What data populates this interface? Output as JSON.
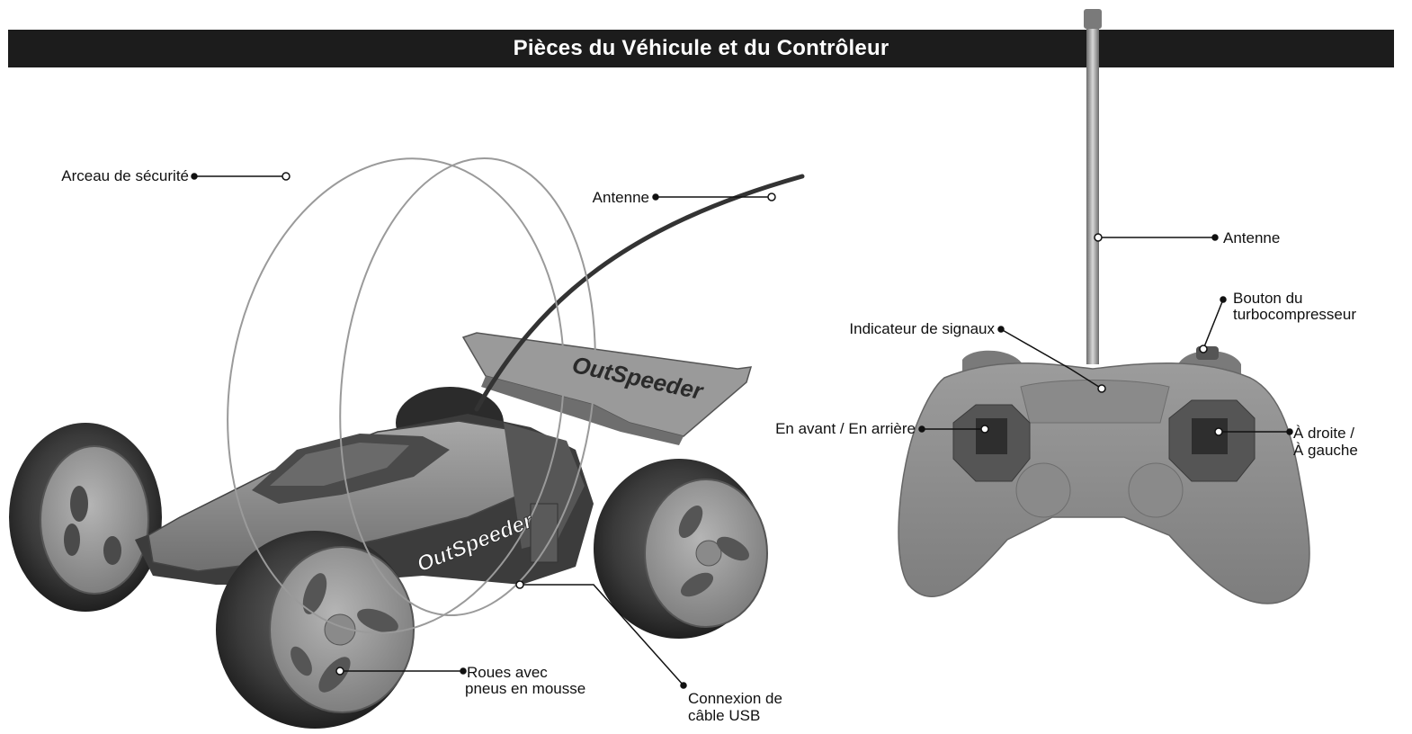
{
  "title": "Pièces du Véhicule et du Contrôleur",
  "labels": {
    "roll_cage": "Arceau de sécurité",
    "car_antenna": "Antenne",
    "wheels_line1": "Roues avec",
    "wheels_line2": "pneus en mousse",
    "usb_line1": "Connexion de",
    "usb_line2": "câble USB",
    "controller_antenna": "Antenne",
    "signal_indicator": "Indicateur de signaux",
    "turbo_line1": "Bouton du",
    "turbo_line2": "turbocompresseur",
    "forward_backward": "En avant / En arrière",
    "right_line1": "À droite /",
    "right_line2": "À gauche"
  },
  "logos": [
    "OutSpeeder",
    "OutSpeeder"
  ],
  "colors": {
    "banner": "#1c1c1c",
    "banner_text": "#ffffff",
    "body_gray": "#8f8f8f",
    "dark_gray": "#4a4a4a",
    "tire": "#3a3a3a"
  }
}
